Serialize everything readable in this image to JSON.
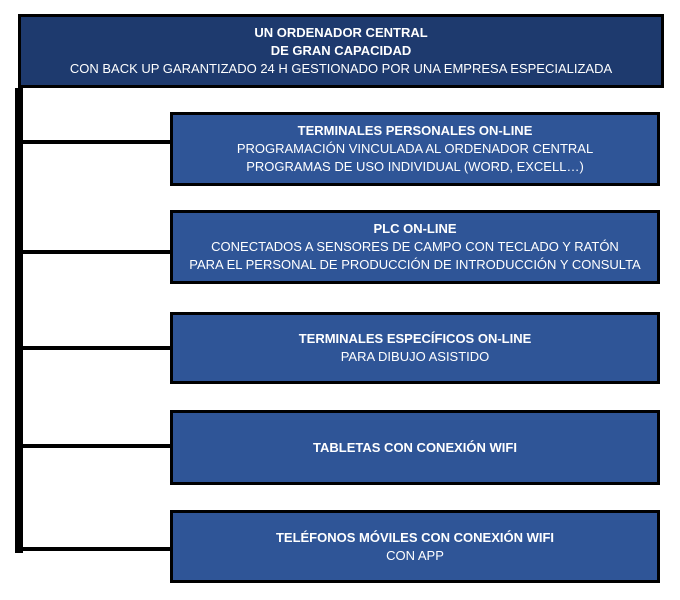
{
  "top": {
    "title_line1": "UN ORDENADOR CENTRAL",
    "title_line2": "DE GRAN CAPACIDAD",
    "subtitle": "CON BACK UP GARANTIZADO 24 H GESTIONADO POR UNA EMPRESA ESPECIALIZADA"
  },
  "children": [
    {
      "title": "TERMINALES PERSONALES ON-LINE",
      "lines": [
        "PROGRAMACIÓN VINCULADA AL ORDENADOR CENTRAL",
        "PROGRAMAS DE USO INDIVIDUAL (WORD, EXCELL…)"
      ]
    },
    {
      "title": "PLC ON-LINE",
      "lines": [
        "CONECTADOS A SENSORES DE CAMPO CON TECLADO Y RATÓN",
        "PARA EL PERSONAL DE PRODUCCIÓN DE INTRODUCCIÓN Y CONSULTA"
      ]
    },
    {
      "title": "TERMINALES ESPECÍFICOS ON-LINE",
      "lines": [
        "PARA DIBUJO ASISTIDO"
      ]
    },
    {
      "title": "TABLETAS CON CONEXIÓN WIFI",
      "lines": []
    },
    {
      "title": "TELÉFONOS MÓVILES CON CONEXIÓN WIFI",
      "lines": [
        "CON APP"
      ]
    }
  ],
  "colors": {
    "top_box": "#1e3a6e",
    "child_box": "#2f5597",
    "connector": "#000000",
    "text": "#ffffff"
  }
}
